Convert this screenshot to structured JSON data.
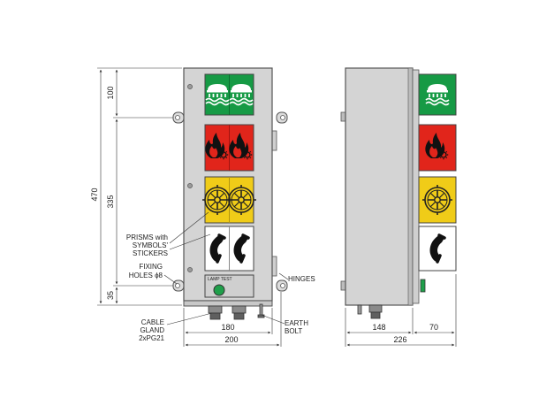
{
  "dimensions": {
    "front_total_height": "470",
    "front_top_section": "100",
    "front_fixing_span": "335",
    "front_bottom_section": "35",
    "front_inner_width": "180",
    "front_outer_width": "200",
    "side_body_depth": "148",
    "side_prism_depth": "70",
    "side_total_depth": "226"
  },
  "labels": {
    "prisms": [
      "PRISMS with",
      "SYMBOLS'",
      "STICKERS"
    ],
    "fixing": [
      "FIXING",
      "HOLES ϕ8"
    ],
    "hinges": "HINGES",
    "cable_gland": [
      "CABLE",
      "GLAND",
      "2xPG21"
    ],
    "earth_bolt": [
      "EARTH",
      "BOLT"
    ],
    "lamp_test": "LAMP TEST"
  },
  "symbols": [
    {
      "name": "sprinkler-water",
      "color": "#169a45"
    },
    {
      "name": "fire-alarm",
      "color": "#e1251b"
    },
    {
      "name": "fault-wheel",
      "color": "#f0cc18"
    },
    {
      "name": "telephone",
      "color": "#ffffff"
    }
  ],
  "colors": {
    "panel": "#d4d4d4",
    "outline": "#555555",
    "lamp": "#1f9f4a"
  }
}
